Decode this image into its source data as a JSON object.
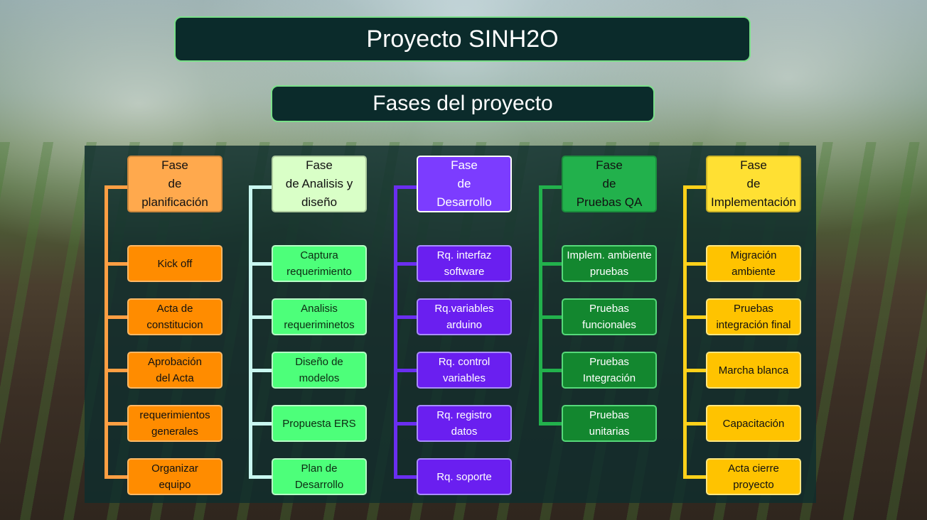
{
  "title": "Proyecto SINH2O",
  "subtitle": "Fases del proyecto",
  "phases": [
    {
      "name": "Fase\nde\nplanificación",
      "color": "#ff9f43",
      "head_bg": "#ffa94d",
      "items": [
        "Kick off",
        "Acta de\nconstitucion",
        "Aprobación\ndel Acta",
        "requerimientos\ngenerales",
        "Organizar\nequipo"
      ]
    },
    {
      "name": "Fase\nde  Analisis y\ndiseño",
      "color": "#c9f7f0",
      "head_bg": "#d9ffc7",
      "items": [
        "Captura\nrequerimiento",
        "Analisis\nrequeriminetos",
        "Diseño de\nmodelos",
        "Propuesta ERS",
        "Plan de\nDesarrollo"
      ]
    },
    {
      "name": "Fase\nde\nDesarrollo",
      "color": "#6a2ef0",
      "head_bg": "#7c3cff",
      "items": [
        "Rq. interfaz\nsoftware",
        "Rq.variables\narduino",
        "Rq. control\nvariables",
        "Rq. registro\ndatos",
        "Rq. soporte"
      ]
    },
    {
      "name": "Fase\nde\nPruebas QA",
      "color": "#22b14c",
      "head_bg": "#22b14c",
      "items": [
        "Implem. ambiente\npruebas",
        "Pruebas\nfuncionales",
        "Pruebas\nIntegración",
        "Pruebas\nunitarias"
      ]
    },
    {
      "name": "Fase\nde\nImplementación",
      "color": "#ffd11a",
      "head_bg": "#ffe033",
      "items": [
        "Migración\nambiente",
        "Pruebas\nintegración final",
        "Marcha blanca",
        "Capacitación",
        "Acta cierre\nproyecto"
      ]
    }
  ]
}
